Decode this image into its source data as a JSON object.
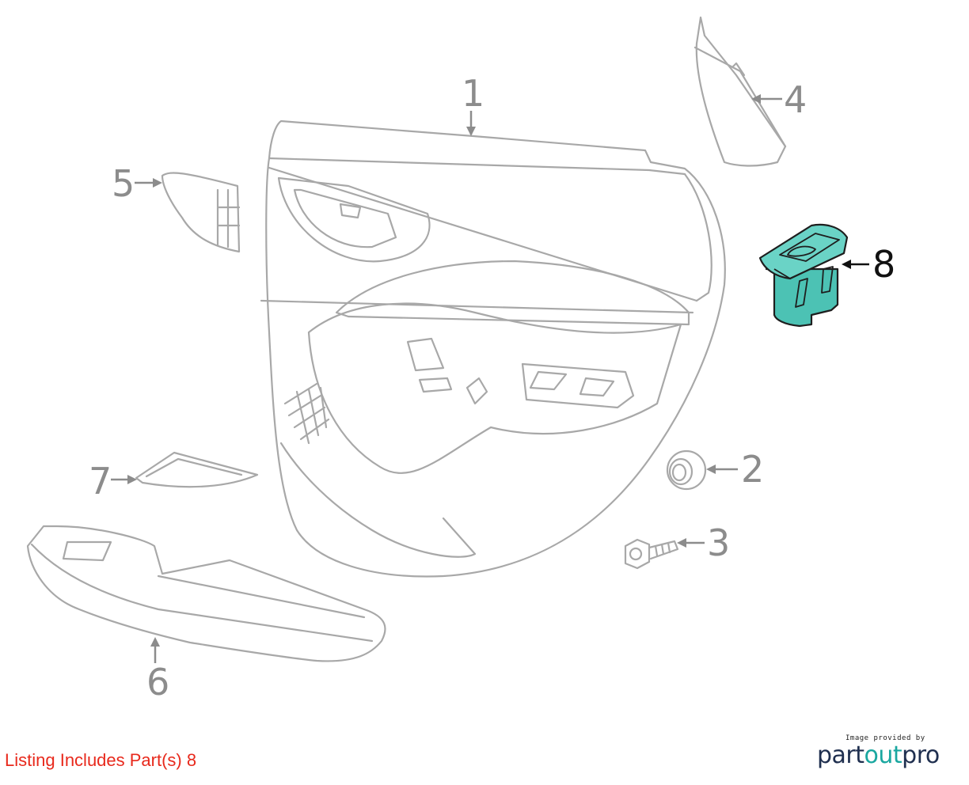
{
  "callouts": {
    "c1": "1",
    "c2": "2",
    "c3": "3",
    "c4": "4",
    "c5": "5",
    "c6": "6",
    "c7": "7",
    "c8": "8"
  },
  "highlighted_part": "8",
  "colors": {
    "highlight": "#4cc2b4",
    "line_art": "#a8a8a8",
    "note_text": "#e8291c",
    "brand_dark": "#1f2f4f",
    "brand_teal": "#1aa7a0"
  },
  "footer": {
    "listing_note": "Listing Includes Part(s) 8",
    "credit_caption": "Image provided by",
    "brand_part": "part",
    "brand_out": "out",
    "brand_pro": "pro"
  }
}
